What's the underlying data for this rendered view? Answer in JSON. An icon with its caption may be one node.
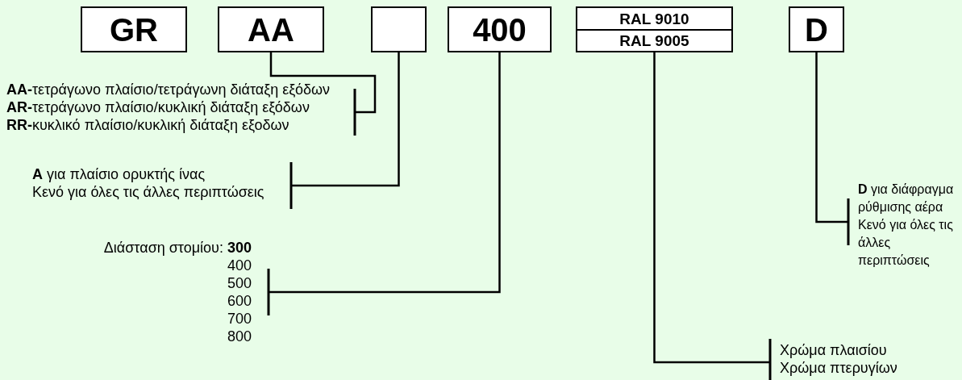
{
  "diagram": {
    "nodes": [
      {
        "text": [
          "GR"
        ]
      },
      {
        "text": [
          "AA"
        ]
      },
      {
        "text": [],
        "shape": "box"
      },
      {
        "text": [
          "400"
        ]
      },
      {
        "text": [
          "RAL 9010",
          "RAL 9005"
        ]
      },
      {
        "text": [
          "D"
        ]
      },
      {
        "text": [
          "**AA-**τετράγωνο πλαίσιο/τετράγωνη διάταξη εξόδων",
          "**AR-**τετράγωνο πλαίσιο/κυκλική διάταξη εξόδων",
          "**RR-**κυκλικό πλαίσιο/κυκλική διάταξη εξοδων"
        ]
      },
      {
        "text": [
          "**A** για πλαίσιο ορυκτής ίνας",
          "Κενό για όλες τις άλλες περιπτώσεις"
        ]
      },
      {
        "text": [
          "Διάσταση στομίου: **300**",
          "400",
          "500",
          "600",
          "700",
          "800"
        ]
      },
      {
        "text": [
          "**D** για διάφραγμα ρύθμισης αέρα",
          "Κενό για όλες τις άλλες περιπτώσεις"
        ]
      },
      {
        "text": [
          "Χρώμα πλαισίου",
          "Χρώμα πτερυγίων"
        ]
      }
    ],
    "edges": [
      {
        "from": 1,
        "to": 6,
        "arrow": "other"
      },
      {
        "from": 2,
        "to": 7,
        "arrow": "other"
      },
      {
        "from": 3,
        "to": 8,
        "arrow": "other"
      },
      {
        "from": 5,
        "to": 9,
        "arrow": "other"
      },
      {
        "from": 4,
        "to": 10,
        "arrow": "other"
      }
    ]
  }
}
